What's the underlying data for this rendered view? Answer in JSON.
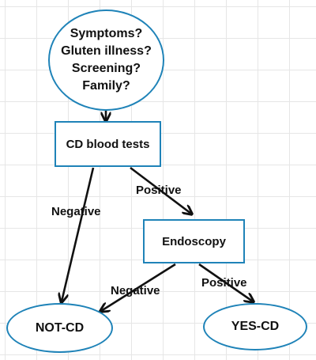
{
  "diagram": {
    "start": {
      "lines": [
        "Symptoms?",
        "Gluten illness?",
        "Screening?",
        "Family?"
      ]
    },
    "blood_tests": "CD blood tests",
    "endoscopy": "Endoscopy",
    "not_cd": "NOT-CD",
    "yes_cd": "YES-CD",
    "edges": {
      "blood_negative": "Negative",
      "blood_positive": "Positive",
      "endo_negative": "Negative",
      "endo_positive": "Positive"
    }
  },
  "colors": {
    "node_border": "#1f83b8",
    "connector": "#111111",
    "grid": "#e6e6e6"
  }
}
